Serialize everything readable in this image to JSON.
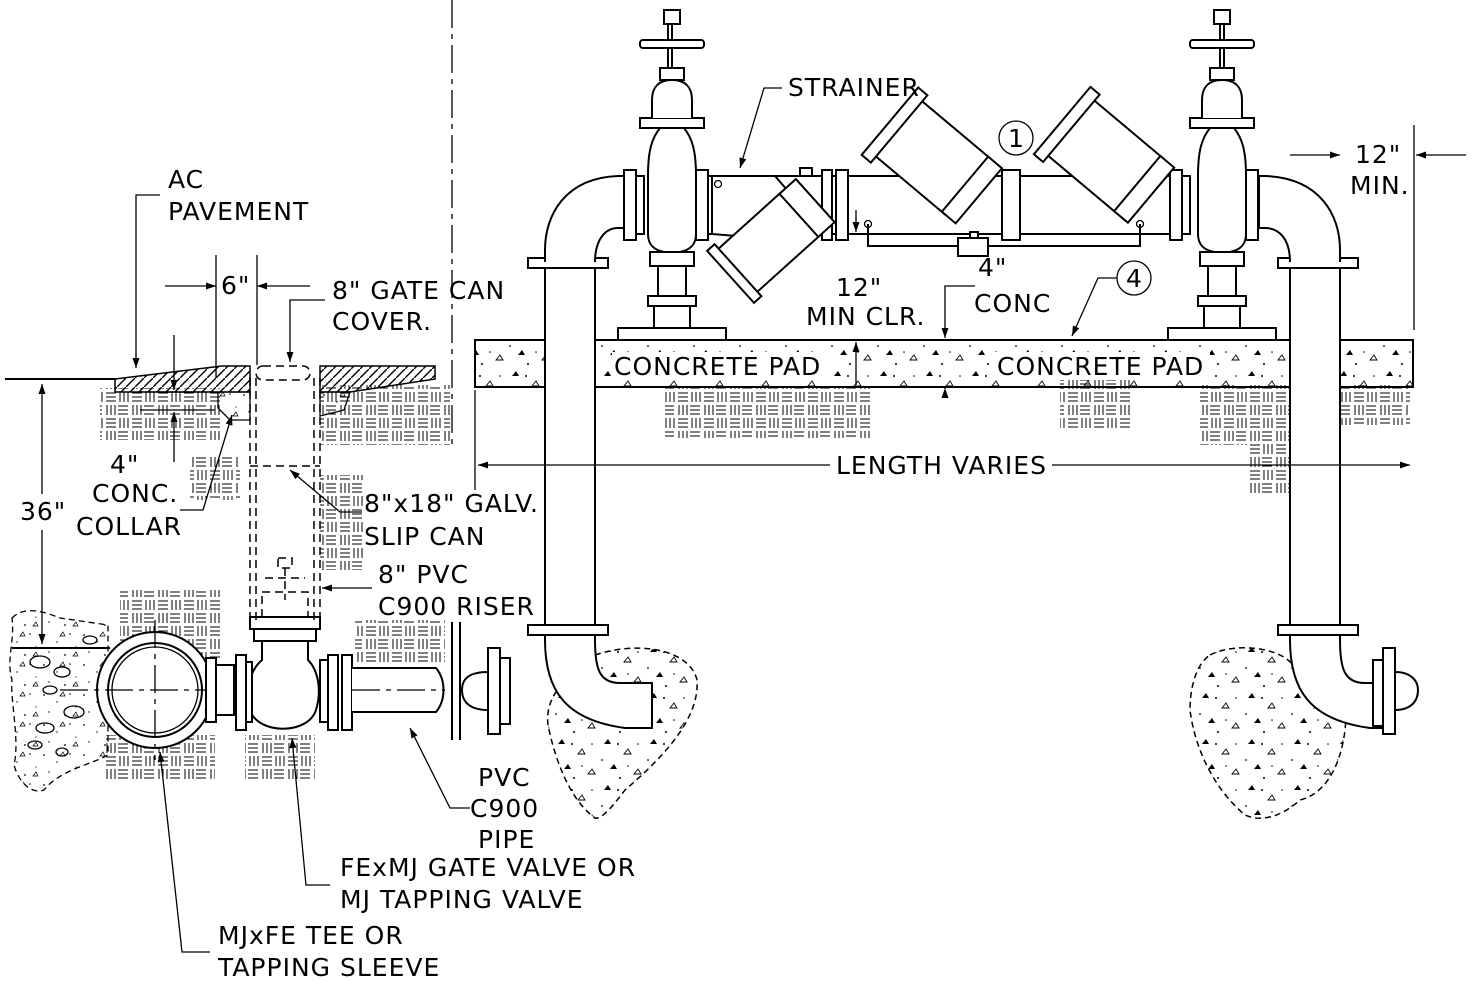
{
  "labels": {
    "ac_pavement_1": "AC",
    "ac_pavement_2": "PAVEMENT",
    "dim_6": "6\"",
    "gate_can_1": "8\" GATE CAN",
    "gate_can_2": "COVER.",
    "dim_36": "36\"",
    "collar_dim": "4\"",
    "collar_1": "CONC.",
    "collar_2": "COLLAR",
    "slip_can_1": "8\"x18\" GALV.",
    "slip_can_2": "SLIP CAN",
    "riser_1": "8\" PVC",
    "riser_2": "C900 RISER",
    "pvc_pipe_1": "PVC",
    "pvc_pipe_2": "C900",
    "pvc_pipe_3": "PIPE",
    "gate_valve_1": "FExMJ GATE VALVE OR",
    "gate_valve_2": "MJ TAPPING VALVE",
    "tee_1": "MJxFE TEE OR",
    "tee_2": "TAPPING SLEEVE",
    "strainer": "STRAINER",
    "callout_1": "1",
    "callout_4": "4",
    "min_12_1": "12\"",
    "min_12_2": "MIN.",
    "min_clr_1": "12\"",
    "min_clr_2": "MIN CLR.",
    "conc_4_1": "4\"",
    "conc_4_2": "CONC",
    "pad_left": "CONCRETE PAD",
    "pad_right": "CONCRETE PAD",
    "length": "LENGTH VARIES"
  }
}
